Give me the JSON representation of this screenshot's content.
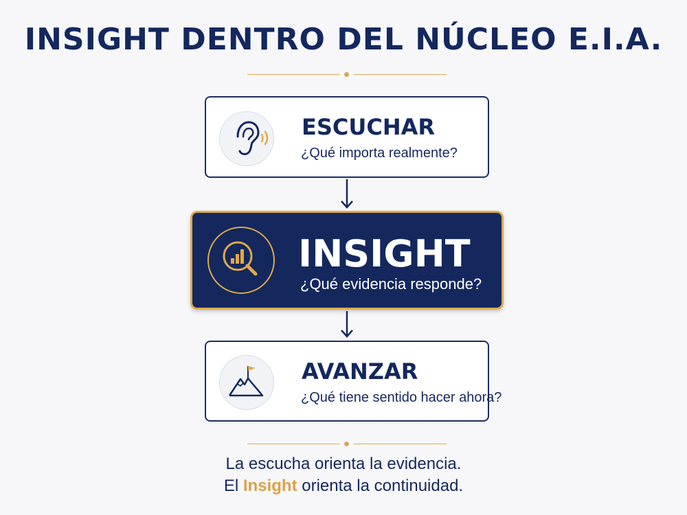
{
  "title": "INSIGHT DENTRO DEL NÚCLEO E.I.A.",
  "colors": {
    "navy": "#14285e",
    "gold": "#e0a94a",
    "background": "#f7f7f9"
  },
  "steps": [
    {
      "title": "ESCUCHAR",
      "question": "¿Qué importa realmente?",
      "icon": "ear-icon"
    },
    {
      "title": "INSIGHT",
      "question": "¿Qué evidencia responde?",
      "icon": "magnifier-chart-icon"
    },
    {
      "title": "AVANZAR",
      "question": "¿Qué tiene sentido hacer ahora?",
      "icon": "mountain-flag-icon"
    }
  ],
  "footer": {
    "line1": "La escucha orienta la evidencia.",
    "line2_prefix": "El",
    "line2_accent": "Insight",
    "line2_suffix": "orienta la continuidad."
  }
}
